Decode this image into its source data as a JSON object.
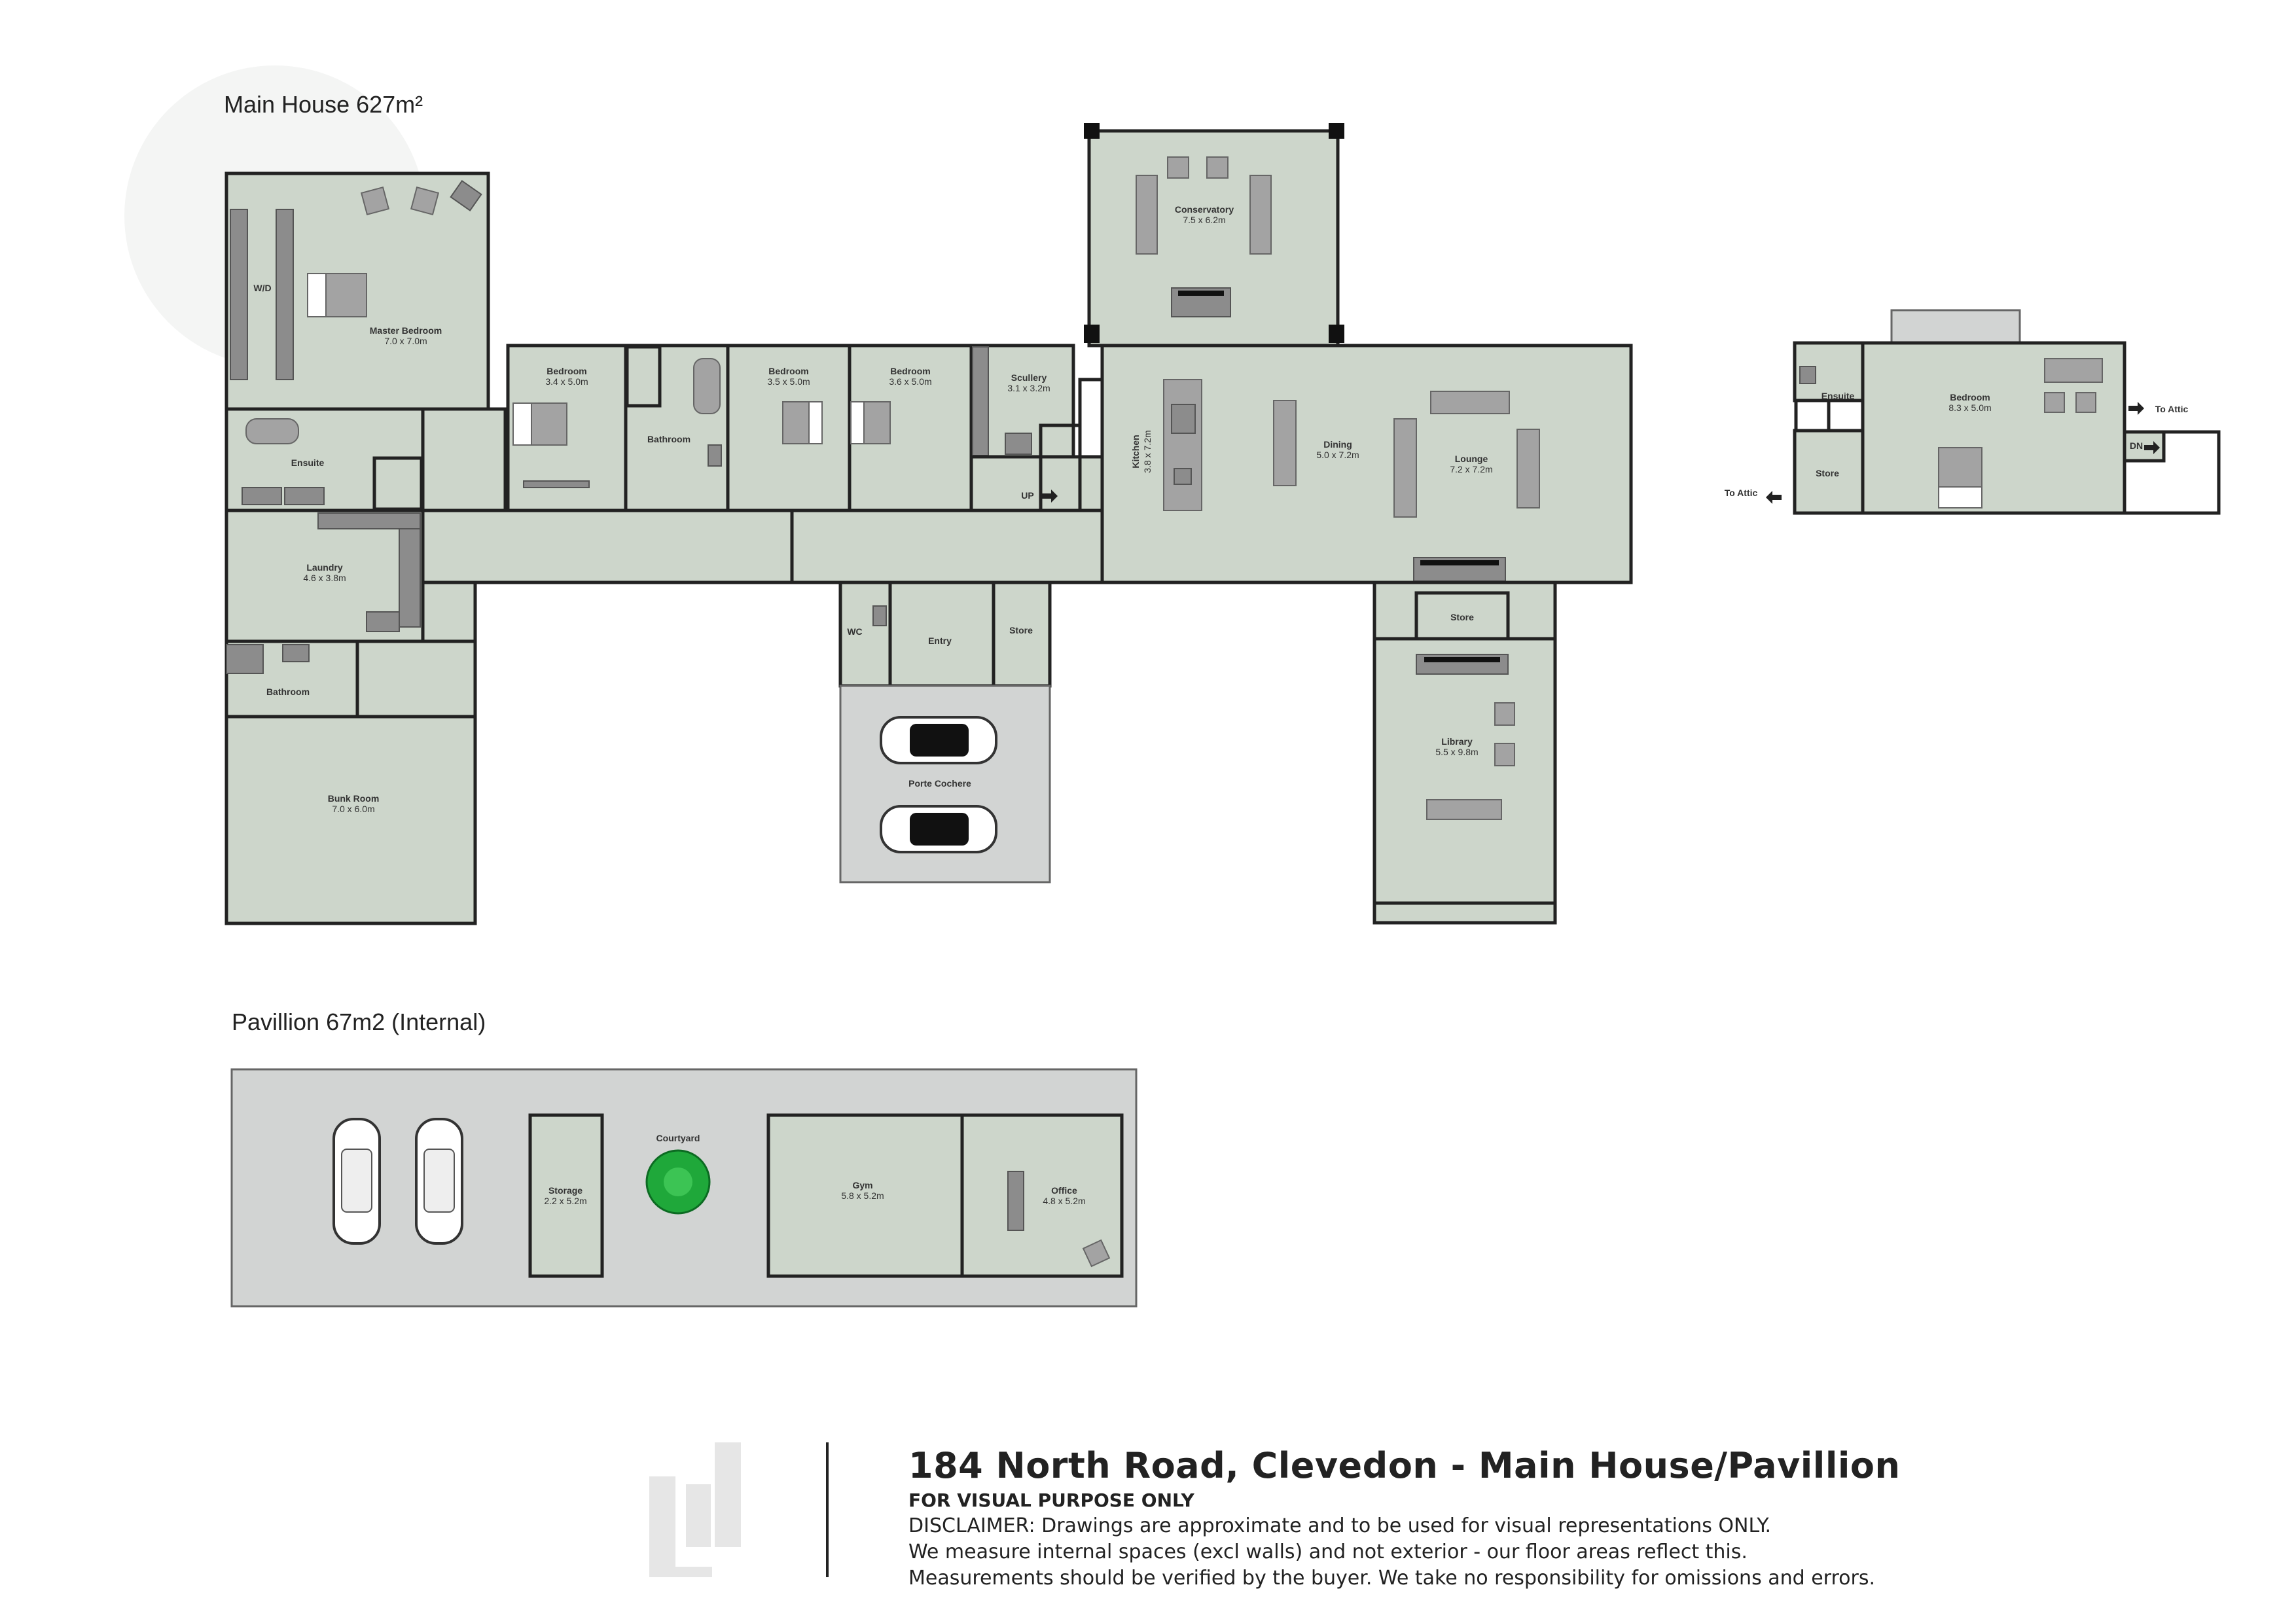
{
  "main_house": {
    "heading": "Main House 627m²",
    "rooms": [
      {
        "name": "Master Bedroom",
        "dims": "7.0 x 7.0m"
      },
      {
        "name": "W/D",
        "dims": ""
      },
      {
        "name": "Ensuite",
        "dims": ""
      },
      {
        "name": "Laundry",
        "dims": "4.6 x 3.8m"
      },
      {
        "name": "Bathroom",
        "dims": ""
      },
      {
        "name": "Bunk Room",
        "dims": "7.0 x 6.0m"
      },
      {
        "name": "Bedroom",
        "dims": "3.4 x 5.0m"
      },
      {
        "name": "Bathroom",
        "dims": ""
      },
      {
        "name": "Bedroom",
        "dims": "3.5 x 5.0m"
      },
      {
        "name": "Bedroom",
        "dims": "3.6 x 5.0m"
      },
      {
        "name": "Scullery",
        "dims": "3.1 x 3.2m"
      },
      {
        "name": "Kitchen",
        "dims": "3.8 x 7.2m"
      },
      {
        "name": "Conservatory",
        "dims": "7.5 x 6.2m"
      },
      {
        "name": "Dining",
        "dims": "5.0 x 7.2m"
      },
      {
        "name": "Lounge",
        "dims": "7.2 x 7.2m"
      },
      {
        "name": "WC",
        "dims": ""
      },
      {
        "name": "Entry",
        "dims": ""
      },
      {
        "name": "Store",
        "dims": ""
      },
      {
        "name": "Porte Cochere",
        "dims": ""
      },
      {
        "name": "Store",
        "dims": ""
      },
      {
        "name": "Library",
        "dims": "5.5 x 9.8m"
      }
    ],
    "up_label": "UP"
  },
  "attic": {
    "rooms": [
      {
        "name": "Ensuite",
        "dims": ""
      },
      {
        "name": "Bedroom",
        "dims": "8.3 x 5.0m"
      },
      {
        "name": "Store",
        "dims": ""
      }
    ],
    "to_attic_right": "To Attic",
    "to_attic_left": "To Attic",
    "dn_label": "DN"
  },
  "pavilion": {
    "heading": "Pavillion 67m2 (Internal)",
    "rooms": [
      {
        "name": "Storage",
        "dims": "2.2 x 5.2m"
      },
      {
        "name": "Courtyard",
        "dims": ""
      },
      {
        "name": "Gym",
        "dims": "5.8 x 5.2m"
      },
      {
        "name": "Office",
        "dims": "4.8 x 5.2m"
      }
    ]
  },
  "footer": {
    "title": "184 North Road, Clevedon - Main House/Pavillion",
    "subtitle": "FOR VISUAL PURPOSE ONLY",
    "disclaimer": [
      "DISCLAIMER:  Drawings are approximate and to be used for visual representations ONLY.",
      "We measure internal spaces (excl walls) and not exterior - our floor areas reflect this.",
      "Measurements should be verified by the buyer. We take no responsibility for omissions and errors."
    ]
  },
  "colors": {
    "room_fill": "#cdd6cb",
    "outdoor_fill": "#d2d4d3",
    "wall": "#222222",
    "tree": "#1fa83a",
    "logo": "#e6e6e6"
  }
}
